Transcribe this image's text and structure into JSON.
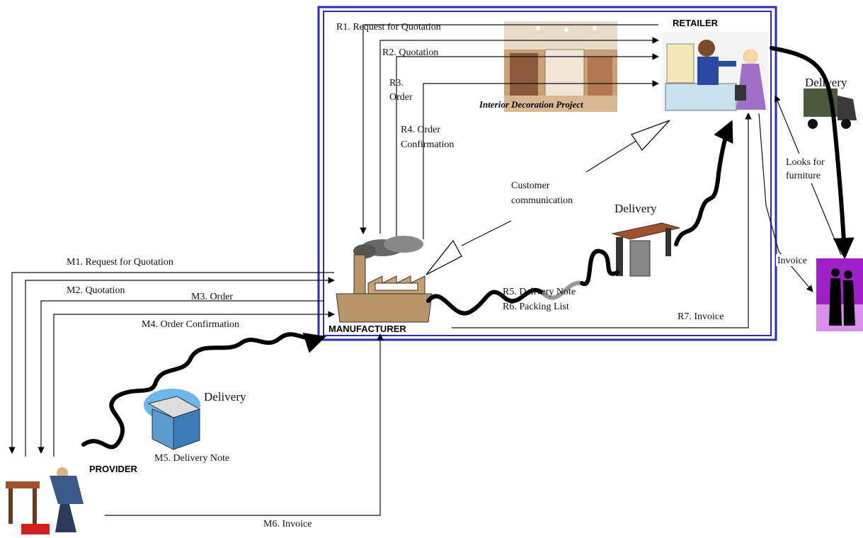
{
  "entities": {
    "retailer": "RETAILER",
    "manufacturer": "MANUFACTURER",
    "provider": "PROVIDER",
    "interior_project": "Interior Decoration Project"
  },
  "retail_flows": {
    "r1": "R1. Request for Quotation",
    "r2": "R2. Quotation",
    "r3a": "R3.",
    "r3b": "Order",
    "r4a": "R4. Order",
    "r4b": "Confirmation",
    "r5": "R5. Delivery Note",
    "r6": "R6. Packing List",
    "r7": "R7. Invoice"
  },
  "manufacturer_flows": {
    "m1": "M1. Request for Quotation",
    "m2": "M2. Quotation",
    "m3": "M3. Order",
    "m4": "M4. Order Confirmation",
    "m5": "M5. Delivery Note",
    "m6": "M6. Invoice"
  },
  "other_labels": {
    "customer_comm_1": "Customer",
    "customer_comm_2": "communication",
    "delivery_mid": "Delivery",
    "delivery_provider": "Delivery",
    "delivery_truck": "Delivery",
    "looks_1": "Looks for",
    "looks_2": "furniture",
    "invoice_customer": "Invoice"
  },
  "icons": [
    "factory-icon",
    "retail-counter-icon",
    "room-photo-icon",
    "desk-icon",
    "file-drawer-icon",
    "truck-icon",
    "customers-icon",
    "worker-icon"
  ],
  "colors": {
    "frame": "#2b2bb8",
    "customers_bg": "#a020c8",
    "file_box": "#6fb7e8"
  }
}
